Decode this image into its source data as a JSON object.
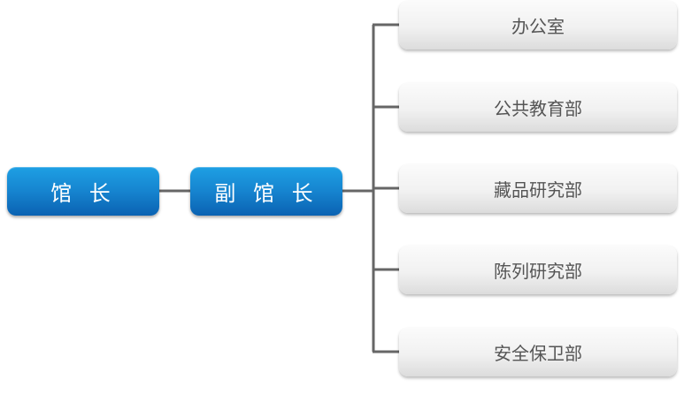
{
  "director": {
    "label": "馆 长"
  },
  "deputy": {
    "label": "副 馆 长"
  },
  "departments": [
    {
      "label": "办公室"
    },
    {
      "label": "公共教育部"
    },
    {
      "label": "藏品研究部"
    },
    {
      "label": "陈列研究部"
    },
    {
      "label": "安全保卫部"
    }
  ],
  "colors": {
    "node_primary": "#1684cf",
    "node_secondary": "#efefef",
    "connector": "#666666",
    "secondary_text": "#555555"
  }
}
